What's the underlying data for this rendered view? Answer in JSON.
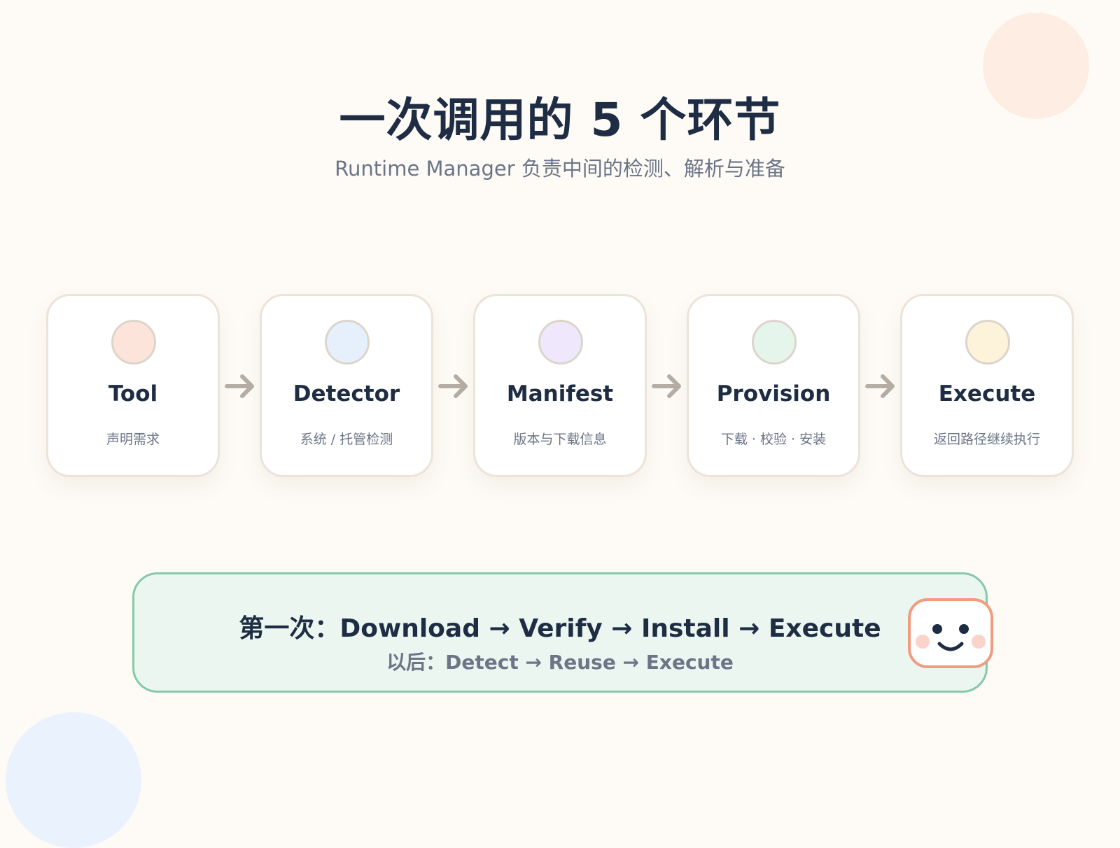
{
  "header": {
    "title": "一次调用的 5 个环节",
    "subtitle": "Runtime Manager 负责中间的检测、解析与准备"
  },
  "steps": [
    {
      "name": "Tool",
      "desc": "声明需求",
      "color": "#fde4da"
    },
    {
      "name": "Detector",
      "desc": "系统 / 托管检测",
      "color": "#e6f0fd"
    },
    {
      "name": "Manifest",
      "desc": "版本与下载信息",
      "color": "#efe8fc"
    },
    {
      "name": "Provision",
      "desc": "下载 · 校验 · 安装",
      "color": "#e5f5ec"
    },
    {
      "name": "Execute",
      "desc": "返回路径继续执行",
      "color": "#fdf3da"
    }
  ],
  "banner": {
    "first_run": "第一次：Download → Verify → Install → Execute",
    "later_runs": "以后：Detect → Reuse → Execute"
  },
  "colors": {
    "background": "#fefbf6",
    "title": "#1f2d44",
    "muted": "#6b7587",
    "arrow": "#b6aea5",
    "banner_fill": "#ebf6f0",
    "banner_border": "#86c9a8",
    "mascot_border": "#ef9c80"
  },
  "icons": {
    "arrow": "arrow-right-icon",
    "mascot": "smiley-face-icon"
  }
}
